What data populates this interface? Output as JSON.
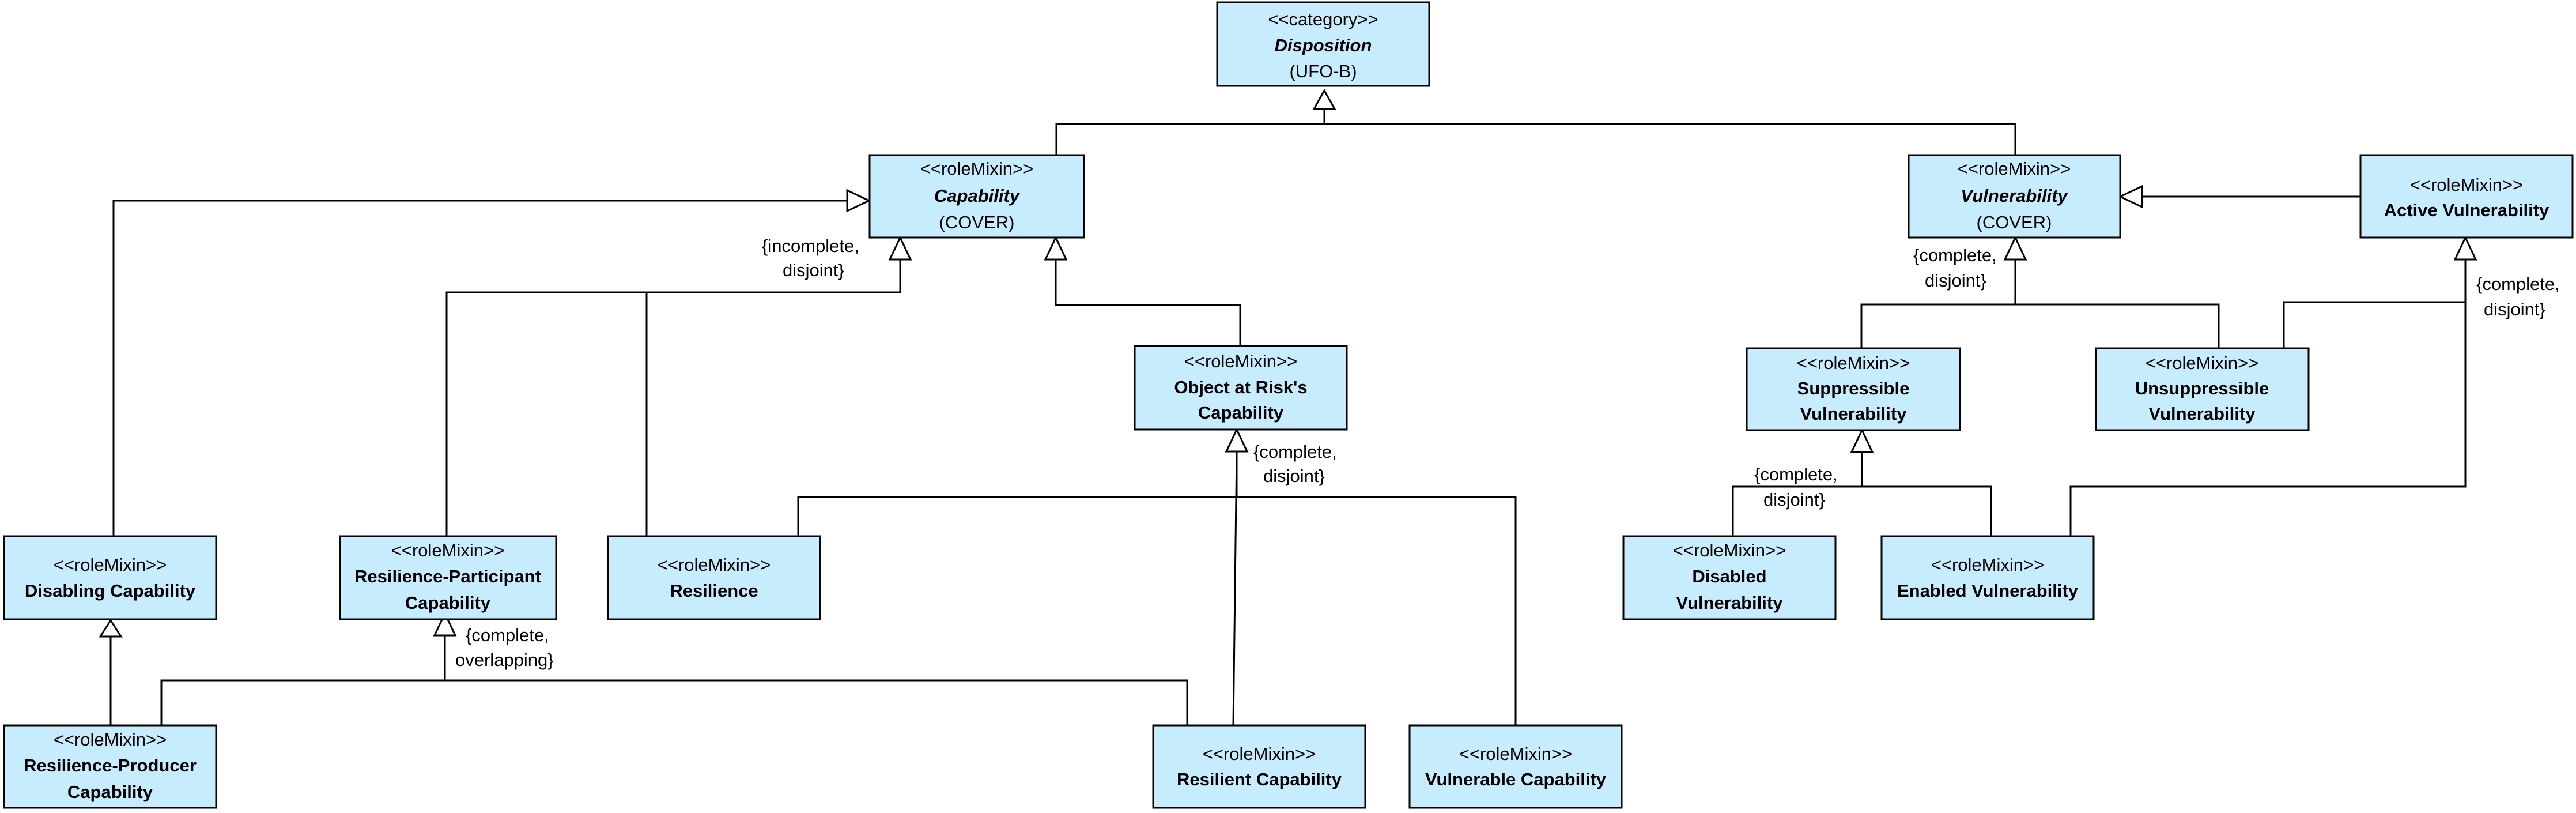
{
  "classes": {
    "disposition": {
      "stereotype": "<<category>>",
      "name": "Disposition",
      "sub": "(UFO-B)"
    },
    "capability": {
      "stereotype": "<<roleMixin>>",
      "name": "Capability",
      "sub": "(COVER)"
    },
    "vulnerability": {
      "stereotype": "<<roleMixin>>",
      "name": "Vulnerability",
      "sub": "(COVER)"
    },
    "active_vulnerability": {
      "stereotype": "<<roleMixin>>",
      "name": "Active Vulnerability"
    },
    "object_at_risk_capability": {
      "stereotype": "<<roleMixin>>",
      "name": "Object at Risk's",
      "name2": "Capability"
    },
    "suppressible_vulnerability": {
      "stereotype": "<<roleMixin>>",
      "name": "Suppressible",
      "name2": "Vulnerability"
    },
    "unsuppressible_vulnerability": {
      "stereotype": "<<roleMixin>>",
      "name": "Unsuppressible",
      "name2": "Vulnerability"
    },
    "disabling_capability": {
      "stereotype": "<<roleMixin>>",
      "name": "Disabling Capability"
    },
    "resilience_participant_capability": {
      "stereotype": "<<roleMixin>>",
      "name": "Resilience-Participant",
      "name2": "Capability"
    },
    "resilience": {
      "stereotype": "<<roleMixin>>",
      "name": "Resilience"
    },
    "disabled_vulnerability": {
      "stereotype": "<<roleMixin>>",
      "name": "Disabled",
      "name2": "Vulnerability"
    },
    "enabled_vulnerability": {
      "stereotype": "<<roleMixin>>",
      "name": "Enabled Vulnerability"
    },
    "resilience_producer_capability": {
      "stereotype": "<<roleMixin>>",
      "name": "Resilience-Producer",
      "name2": "Capability"
    },
    "resilient_capability": {
      "stereotype": "<<roleMixin>>",
      "name": "Resilient Capability"
    },
    "vulnerable_capability": {
      "stereotype": "<<roleMixin>>",
      "name": "Vulnerable Capability"
    }
  },
  "generalization_sets": {
    "capability_set": {
      "line1": "{incomplete,",
      "line2": "disjoint}"
    },
    "vulnerability_set": {
      "line1": "{complete,",
      "line2": "disjoint}"
    },
    "active_vulnerability_set": {
      "line1": "{complete,",
      "line2": "disjoint}"
    },
    "object_at_risk_set": {
      "line1": "{complete,",
      "line2": "disjoint}"
    },
    "suppressible_set": {
      "line1": "{complete,",
      "line2": "disjoint}"
    },
    "resilience_participant_set": {
      "line1": "{complete,",
      "line2": "overlapping}"
    }
  },
  "colors": {
    "class_fill": "#c6ecfd",
    "line": "#000000",
    "background": "#ffffff"
  }
}
